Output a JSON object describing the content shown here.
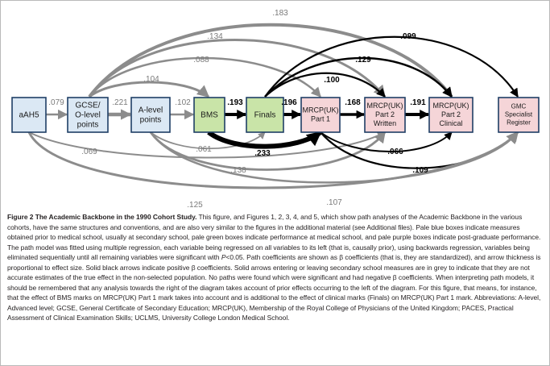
{
  "nodes": [
    {
      "id": "aah5",
      "lines": [
        "aAH5"
      ],
      "fill": "#dbe8f4"
    },
    {
      "id": "gcse",
      "lines": [
        "GCSE/",
        "O-level",
        "points"
      ],
      "fill": "#dbe8f4"
    },
    {
      "id": "alevel",
      "lines": [
        "A-level",
        "points"
      ],
      "fill": "#dbe8f4"
    },
    {
      "id": "bms",
      "lines": [
        "BMS"
      ],
      "fill": "#c9e4a8"
    },
    {
      "id": "finals",
      "lines": [
        "Finals"
      ],
      "fill": "#c9e4a8"
    },
    {
      "id": "p1",
      "lines": [
        "MRCP(UK)",
        "Part 1"
      ],
      "fill": "#f5d5d8"
    },
    {
      "id": "p2w",
      "lines": [
        "MRCP(UK)",
        "Part 2",
        "Written"
      ],
      "fill": "#f5d5d8"
    },
    {
      "id": "p2c",
      "lines": [
        "MRCP(UK)",
        "Part 2",
        "Clinical"
      ],
      "fill": "#f5d5d8"
    },
    {
      "id": "gmc",
      "lines": [
        "GMC",
        "Specialist",
        "Register"
      ],
      "fill": "#f5d5d8"
    }
  ],
  "edges": [
    {
      "id": "aah5-gcse",
      "from": "aah5",
      "to": "gcse",
      "coef": ".079",
      "color": "grey"
    },
    {
      "id": "gcse-alevel",
      "from": "gcse",
      "to": "alevel",
      "coef": ".221",
      "color": "grey"
    },
    {
      "id": "alevel-bms",
      "from": "alevel",
      "to": "bms",
      "coef": ".102",
      "color": "grey"
    },
    {
      "id": "bms-finals",
      "from": "bms",
      "to": "finals",
      "coef": ".193",
      "color": "black"
    },
    {
      "id": "finals-p1",
      "from": "finals",
      "to": "p1",
      "coef": ".196",
      "color": "black"
    },
    {
      "id": "p1-p2w",
      "from": "p1",
      "to": "p2w",
      "coef": ".168",
      "color": "black"
    },
    {
      "id": "p2w-p2c",
      "from": "p2w",
      "to": "p2c",
      "coef": ".191",
      "color": "black"
    },
    {
      "id": "gcse-p2c",
      "from": "gcse",
      "to": "p2c",
      "coef": ".183",
      "color": "grey"
    },
    {
      "id": "gcse-p2w",
      "from": "gcse",
      "to": "p2w",
      "coef": ".134",
      "color": "grey"
    },
    {
      "id": "gcse-p1",
      "from": "gcse",
      "to": "p1",
      "coef": ".088",
      "color": "grey"
    },
    {
      "id": "gcse-bms",
      "from": "gcse",
      "to": "bms",
      "coef": ".104",
      "color": "grey"
    },
    {
      "id": "finals-gmc",
      "from": "finals",
      "to": "gmc",
      "coef": ".099",
      "color": "black"
    },
    {
      "id": "finals-p2c",
      "from": "finals",
      "to": "p2c",
      "coef": ".129",
      "color": "black"
    },
    {
      "id": "finals-p2w",
      "from": "finals",
      "to": "p2w",
      "coef": ".100",
      "color": "black"
    },
    {
      "id": "aah5-p2w",
      "from": "aah5",
      "to": "p2w",
      "coef": ".069",
      "color": "grey"
    },
    {
      "id": "alevel-finals",
      "from": "alevel",
      "to": "finals",
      "coef": ".061",
      "color": "grey"
    },
    {
      "id": "bms-p1",
      "from": "bms",
      "to": "p1",
      "coef": ".233",
      "color": "black"
    },
    {
      "id": "alevel-p2w",
      "from": "alevel",
      "to": "p2w",
      "coef": ".138",
      "color": "grey"
    },
    {
      "id": "p1-p2c",
      "from": "p1",
      "to": "p2c",
      "coef": ".066",
      "color": "black"
    },
    {
      "id": "p1-gmc",
      "from": "p1",
      "to": "gmc",
      "coef": ".109",
      "color": "black"
    },
    {
      "id": "aah5-gmc",
      "from": "aah5",
      "to": "gmc",
      "coef": ".125",
      "color": "grey"
    },
    {
      "id": "alevel-gmc",
      "from": "alevel",
      "to": "gmc",
      "coef": ".107",
      "color": "grey"
    }
  ],
  "colors": {
    "grey": "#8c8c8c",
    "black": "#000000",
    "node_border": "#1f3f66",
    "label_grey": "#7a7a7a"
  },
  "caption": {
    "title": "Figure 2 The Academic Backbone in the 1990 Cohort Study.",
    "p1": " This figure, and Figures 1, 2, 3, 4, and 5, which show path analyses of the Academic Backbone in the various cohorts, have the same structures and conventions, and are also very similar to the figures in the additional material (see Additional files). Pale blue boxes indicate measures obtained prior to medical school, usually at secondary school, pale green boxes indicate performance at medical school, and pale purple boxes indicate post-graduate performance. The path model was fitted using multiple regression, each variable being regressed on all variables to its left (that is, causally prior), using backwards regression, variables being eliminated sequentially until all remaining variables were significant with ",
    "pvalue": "P",
    "p2": "<0.05. Path coefficients are shown as β coefficients (that is, they are standardized), and arrow thickness is proportional to effect size. Solid black arrows indicate positive β coefficients. Solid arrows entering or leaving secondary school measures are in grey to indicate that they are not accurate estimates of the true effect in the non-selected population. No paths were found which were significant and had negative β coefficients. When interpreting path models, it should be remembered that any analysis towards the right of the diagram takes account of prior effects occurring to the left of the diagram. For this figure, that means, for instance, that the effect of BMS marks on MRCP(UK) Part 1 mark takes into account and is additional to the effect of clinical marks (Finals) on MRCP(UK) Part 1 mark. Abbreviations: A-level, Advanced level; GCSE, General Certificate of Secondary Education; MRCP(UK), Membership of the Royal College of Physicians of the United Kingdom; PACES, Practical Assessment of Clinical Examination Skills; UCLMS, University College London Medical School."
  }
}
